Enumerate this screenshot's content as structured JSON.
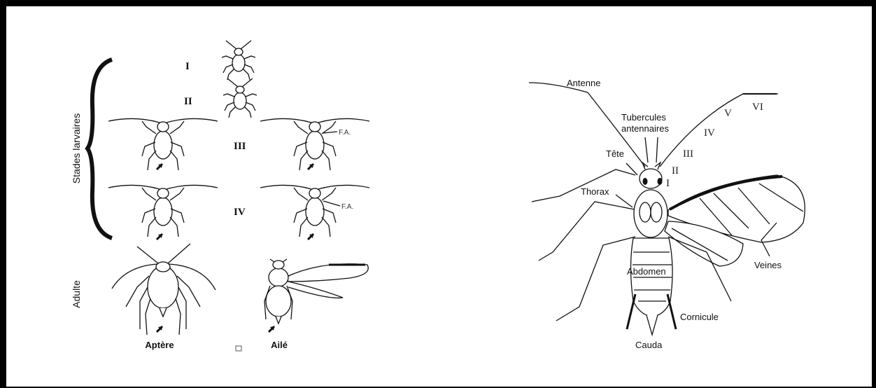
{
  "left_panel": {
    "side_labels": {
      "larval": "Stades larvaires",
      "adult": "Adulte"
    },
    "stage_numerals": [
      "I",
      "II",
      "III",
      "IV"
    ],
    "fa_label": "F.A.",
    "morph_labels": {
      "apterous": "Aptère",
      "winged": "Ailé"
    }
  },
  "right_panel": {
    "labels": {
      "antenna": "Antenne",
      "tubercles": "Tubercules",
      "tubercles2": "antennaires",
      "head": "Tête",
      "thorax": "Thorax",
      "abdomen": "Abdomen",
      "veins": "Veines",
      "cornicle": "Cornicule",
      "cauda": "Cauda"
    },
    "antenna_segments": [
      "I",
      "II",
      "III",
      "IV",
      "V",
      "VI"
    ]
  }
}
